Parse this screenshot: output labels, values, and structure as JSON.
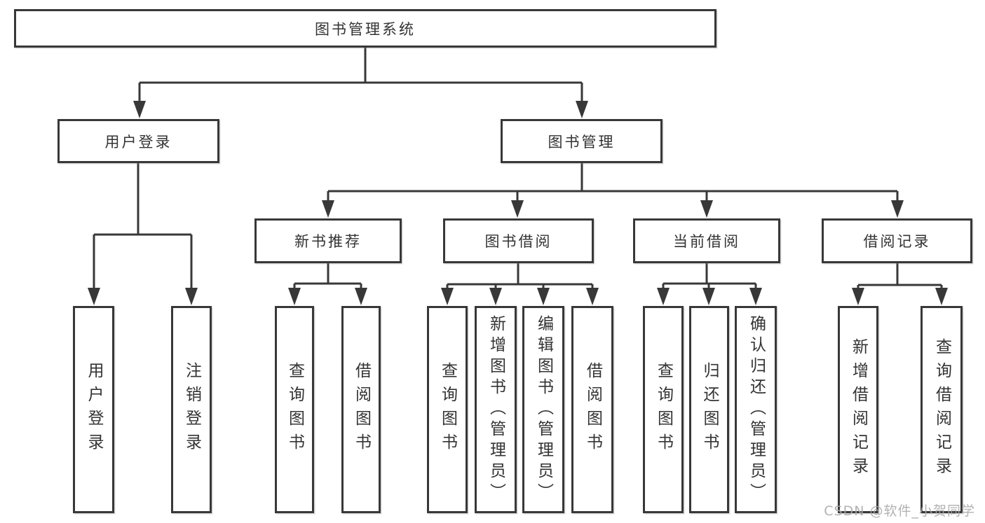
{
  "title": "图书管理系统",
  "tree": {
    "root": {
      "label": "图书管理系统"
    },
    "branches": [
      {
        "label": "用户登录",
        "leaves": [
          {
            "label": "用户登录"
          },
          {
            "label": "注销登录"
          }
        ]
      },
      {
        "label": "图书管理",
        "sections": [
          {
            "label": "新书推荐",
            "leaves": [
              {
                "label": "查询图书"
              },
              {
                "label": "借阅图书"
              }
            ]
          },
          {
            "label": "图书借阅",
            "leaves": [
              {
                "label": "查询图书"
              },
              {
                "label": "新增图书（管理员）"
              },
              {
                "label": "编辑图书（管理员）"
              },
              {
                "label": "借阅图书"
              }
            ]
          },
          {
            "label": "当前借阅",
            "leaves": [
              {
                "label": "查询图书"
              },
              {
                "label": "归还图书"
              },
              {
                "label": "确认归还（管理员）"
              }
            ]
          },
          {
            "label": "借阅记录",
            "leaves": [
              {
                "label": "新增借阅记录"
              },
              {
                "label": "查询借阅记录"
              }
            ]
          }
        ]
      }
    ]
  },
  "watermark": {
    "text": "CSDN @软件_小贺同学"
  },
  "colors": {
    "line": "#383838",
    "box_border": "#383838",
    "text": "#333333",
    "background": "#ffffff",
    "watermark": "#aaaaaa"
  }
}
